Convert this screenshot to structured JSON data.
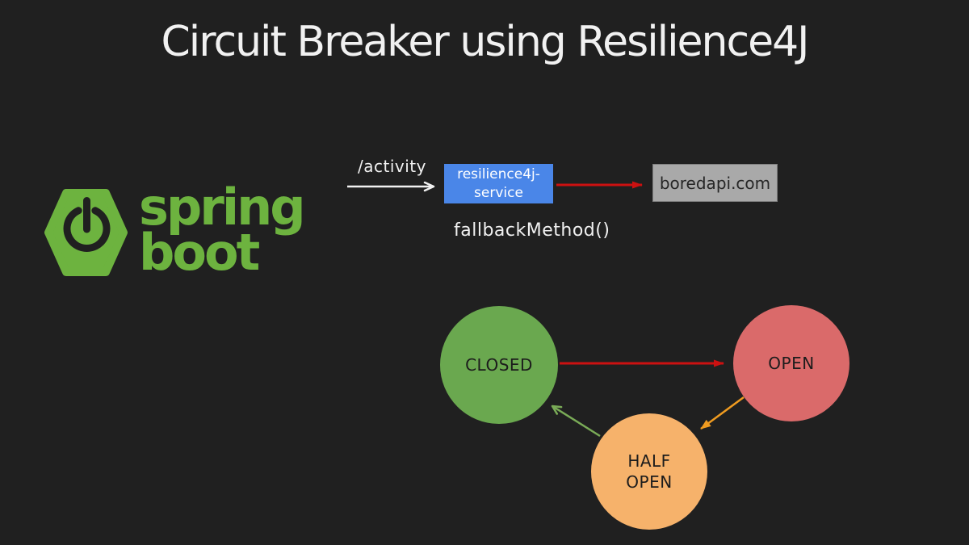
{
  "slide": {
    "title": "Circuit Breaker using Resilience4J",
    "background_color": "#202020",
    "title_color": "#f1f1f1"
  },
  "logo": {
    "icon": "spring-boot-power-hexagon",
    "brand_line1": "spring",
    "brand_line2": "boot",
    "brand_color": "#6db33f"
  },
  "flow": {
    "endpoint_label": "/activity",
    "service_box": {
      "line1": "resilience4j-",
      "line2": "service",
      "fill_color": "#4a86e8",
      "text_color": "#ffffff"
    },
    "external_box": {
      "label": "boredapi.com",
      "fill_color": "#a9a9a9",
      "text_color": "#262626"
    },
    "fallback_label": "fallbackMethod()",
    "request_arrow_color": "#f1f1f1",
    "call_arrow_color": "#cc1111"
  },
  "state_diagram": {
    "states": {
      "closed": {
        "label": "CLOSED",
        "fill_color": "#6aa84f"
      },
      "open": {
        "label": "OPEN",
        "fill_color": "#da6a6a"
      },
      "half_open": {
        "label_line1": "HALF",
        "label_line2": "OPEN",
        "fill_color": "#f6b26b"
      }
    },
    "transitions": {
      "closed_to_open": {
        "color": "#cc1111"
      },
      "open_to_half_open": {
        "color": "#ef9b20"
      },
      "half_open_to_closed": {
        "color": "#7aab57"
      }
    }
  }
}
